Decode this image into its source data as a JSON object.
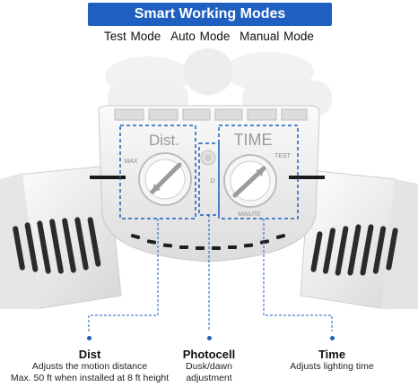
{
  "header": {
    "title": "Smart Working Modes",
    "modes": [
      "Test Mode",
      "Auto Mode",
      "Manual Mode"
    ]
  },
  "panel": {
    "dist_label": "Dist.",
    "time_label": "TIME",
    "test_label": "TEST",
    "max_label": "MAX",
    "minute_label": "MINUTE",
    "d_label": "D"
  },
  "callouts": {
    "dist": {
      "title": "Dist",
      "line1": "Adjusts the motion distance",
      "line2": "Max. 50 ft when installed at 8 ft height"
    },
    "photocell": {
      "title": "Photocell",
      "line1": "Dusk/dawn adjustment"
    },
    "time": {
      "title": "Time",
      "line1": "Adjusts lighting time"
    }
  },
  "colors": {
    "accent": "#1f5fbf",
    "housing": "#f3f3f3",
    "slot": "#2b2b2b"
  }
}
